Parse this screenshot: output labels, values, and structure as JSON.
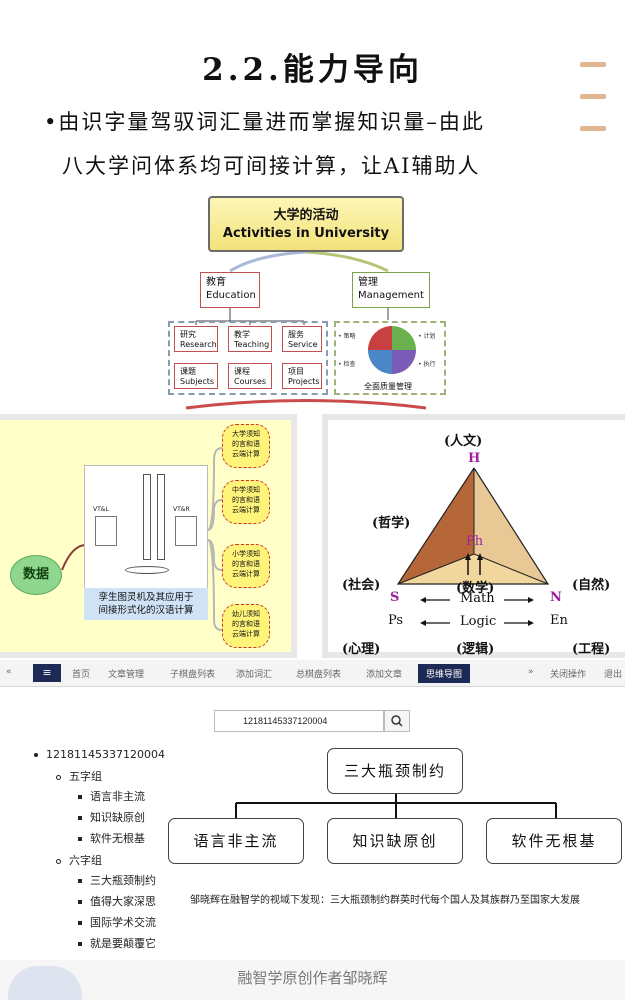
{
  "slide": {
    "title": "2.2.能力导向",
    "bullet_line1": "•由识字量驾驭词汇量进而掌握知识量–由此",
    "bullet_line2": "八大学问体系均可间接计算，让AI辅助人",
    "accent_color": "#e0b58f"
  },
  "activities": {
    "title_cn": "大学的活动",
    "title_en": "Activities in University",
    "education": "教育\nEducation",
    "management": "管理\nManagement",
    "research": "研究\nResearch",
    "teaching": "教学\nTeaching",
    "service": "服务\nService",
    "subjects": "课题\nSubjects",
    "courses": "课程\nCourses",
    "projects": "项目\nProjects",
    "quality": "全面质量管理",
    "side_labels": [
      "• 策略",
      "• 计划",
      "• 检查",
      "• 执行"
    ]
  },
  "data_panel": {
    "data_label": "数据",
    "caption": "孪生图灵机及其应用于\n间接形式化的汉语计算",
    "left_label": "VT&L",
    "right_label": "VT&R",
    "clouds": [
      "大学须知\n的言和语\n云端计算",
      "中学须知\n的言和语\n云端计算",
      "小学须知\n的言和语\n云端计算",
      "幼儿须知\n的言和语\n云端计算"
    ]
  },
  "triangle": {
    "humanities": "(人文)",
    "philosophy": "(哲学)",
    "society": "(社会)",
    "math_cn": "(数学)",
    "nature": "(自然)",
    "psychology": "(心理)",
    "logic_cn": "(逻辑)",
    "engineering": "(工程)",
    "H": "H",
    "Ph": "Ph",
    "S": "S",
    "N": "N",
    "Ps": "Ps",
    "En": "En",
    "math": "Math",
    "logic": "Logic"
  },
  "app": {
    "tabs": [
      "首页",
      "文章管理",
      "子棋盘列表",
      "添加词汇",
      "总棋盘列表",
      "添加文章",
      "思维导图"
    ],
    "right_menu": "关闭操作",
    "logout": "退出",
    "search_value": "12181145337120004",
    "tree_root": "12181145337120004",
    "group5": "五字组",
    "group5_items": [
      "语言非主流",
      "知识缺原创",
      "软件无根基"
    ],
    "group6": "六字组",
    "group6_items": [
      "三大瓶颈制约",
      "值得大家深思",
      "国际学术交流",
      "就是要颠覆它"
    ],
    "mind_root": "三大瓶颈制约",
    "mind_children": [
      "语言非主流",
      "知识缺原创",
      "软件无根基"
    ],
    "sentence": "邹晓辉在融智学的视域下发现：三大瓶颈制约群英时代每个国人及其族群乃至国家大发展"
  },
  "footer": {
    "text": "融智学原创作者邹晓辉"
  }
}
